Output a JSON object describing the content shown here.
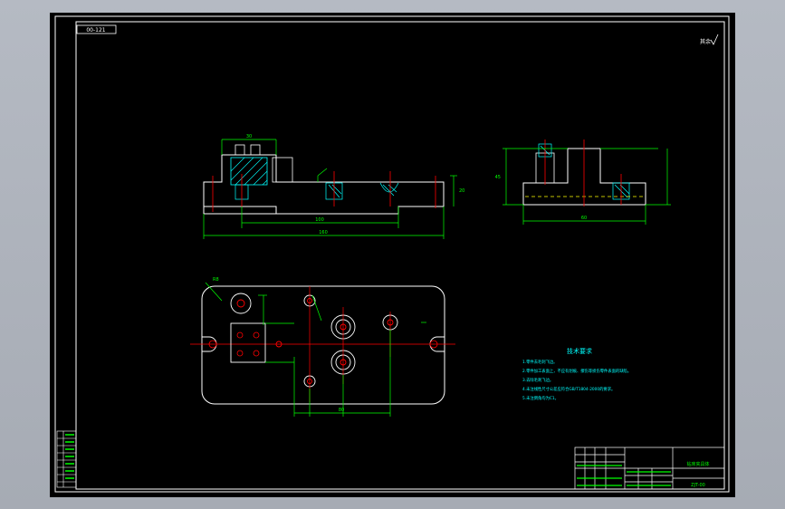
{
  "drawing": {
    "code_box": "00-121",
    "roughness_note": "其余",
    "notes": {
      "title": "技术要求",
      "items": [
        "1.零件去毛刺飞边。",
        "2.零件加工表面上，不应有划痕、擦伤等损伤零件表面的缺陷。",
        "3.去除毛刺飞边。",
        "4.未注线性尺寸公差应符合GB/T1804-2000的要求。",
        "5.未注倒角均为C1。"
      ]
    },
    "title_block": {
      "part_name": "钻床夹具体",
      "drawing_no": "ZJT-00"
    },
    "dims": {
      "front_width": "160",
      "front_inner": "100",
      "front_height_a": "30",
      "front_height_b": "20",
      "side_width": "60",
      "side_height": "45",
      "top_pitch": "80",
      "top_radius": "R8"
    },
    "colors": {
      "sheet": "#000000",
      "outline": "#ffffff",
      "dimension": "#00ff00",
      "centerline": "#ff0000",
      "hatch": "#00ffff",
      "notes": "#00ffff",
      "hidden": "#ffff00"
    }
  }
}
